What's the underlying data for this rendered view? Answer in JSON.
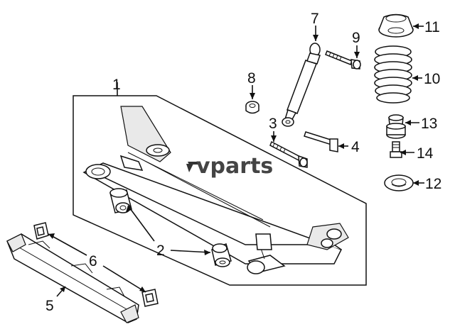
{
  "watermark": {
    "text": "vparts"
  },
  "callouts": [
    "1",
    "2",
    "3",
    "4",
    "5",
    "6",
    "7",
    "8",
    "9",
    "10",
    "11",
    "12",
    "13",
    "14"
  ]
}
